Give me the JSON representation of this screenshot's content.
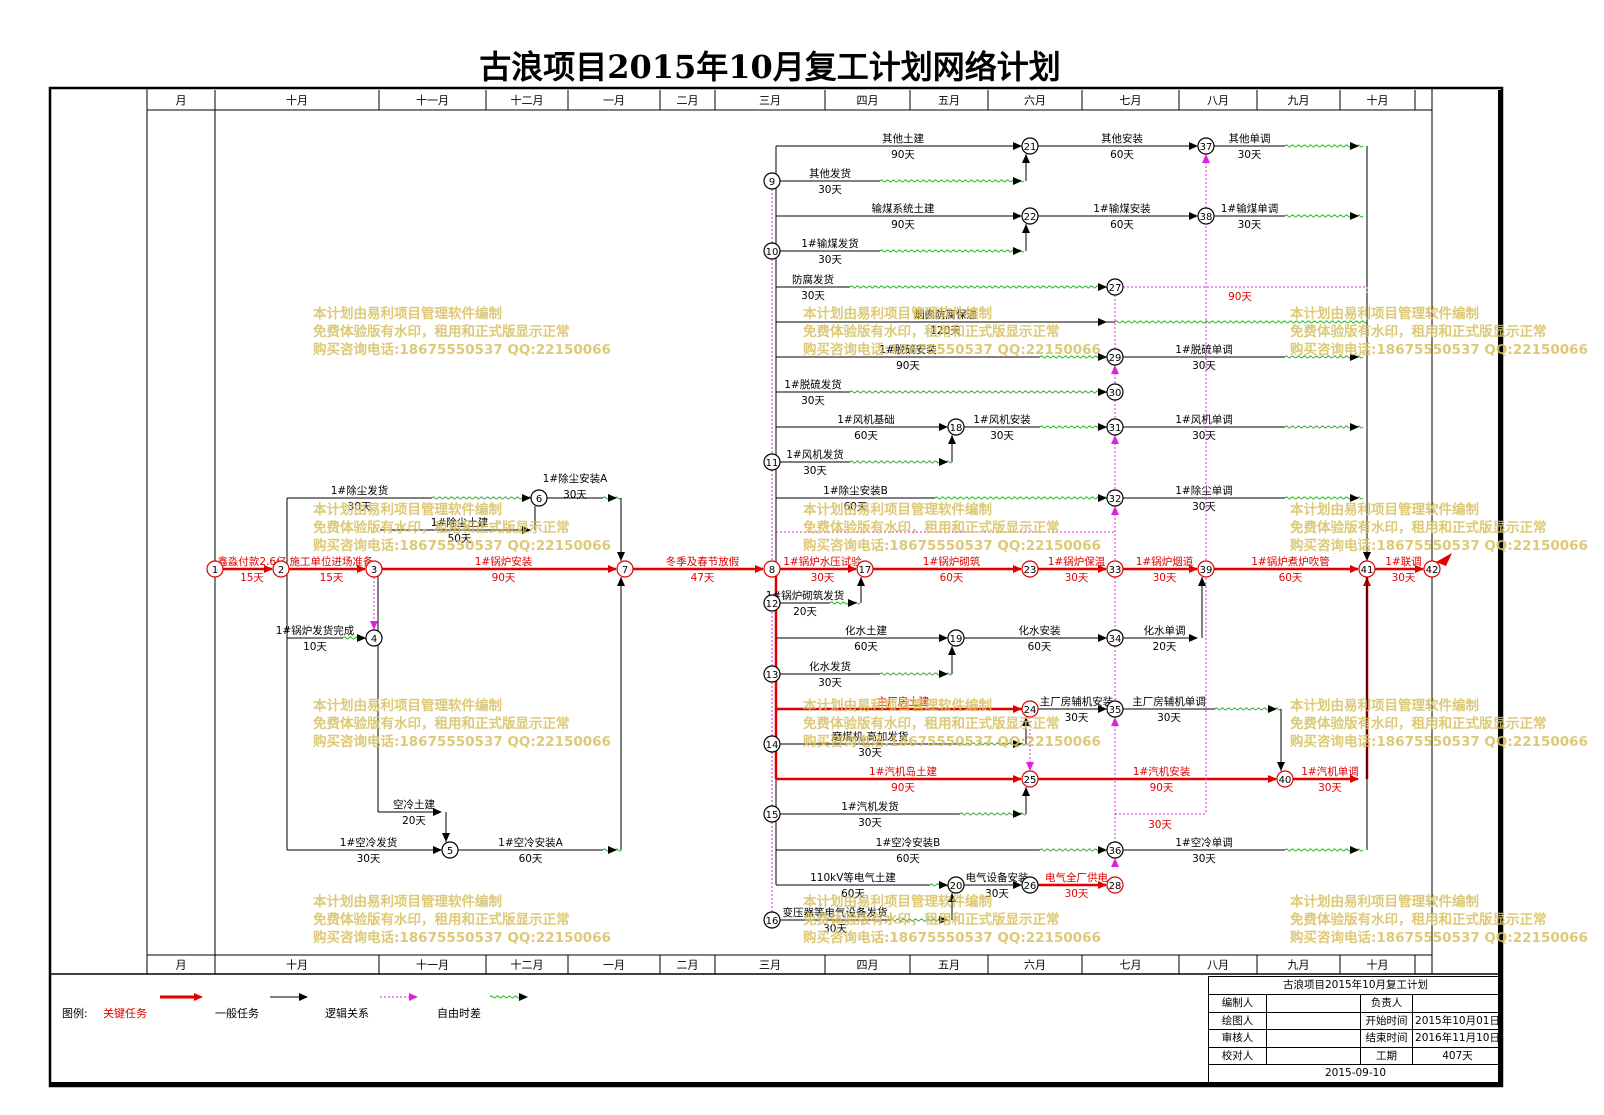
{
  "title": "古浪项目2015年10月复工计划网络计划",
  "months": [
    "十月",
    "十一月",
    "十二月",
    "一月",
    "二月",
    "三月",
    "四月",
    "五月",
    "六月",
    "七月",
    "八月",
    "九月",
    "十月"
  ],
  "month_header_label": "月",
  "watermark": [
    "本计划由易利项目管理软件编制",
    "免费体验版有水印，租用和正式版显示正常",
    "购买咨询电话:18675550537 QQ:22150066"
  ],
  "legend": {
    "title": "图例:",
    "critical": "关键任务",
    "normal": "一般任务",
    "logic": "逻辑关系",
    "float": "自由时差"
  },
  "title_block": {
    "heading": "古浪项目2015年10月复工计划",
    "rows": [
      [
        "编制人",
        "",
        "负责人",
        ""
      ],
      [
        "绘图人",
        "",
        "开始时间",
        "2015年10月01日"
      ],
      [
        "审核人",
        "",
        "结束时间",
        "2016年11月10日"
      ],
      [
        "校对人",
        "",
        "工期",
        "407天"
      ]
    ],
    "date": "2015-09-10"
  },
  "nodes": [
    "1",
    "2",
    "3",
    "4",
    "5",
    "6",
    "7",
    "8",
    "9",
    "10",
    "11",
    "12",
    "13",
    "14",
    "15",
    "16",
    "17",
    "18",
    "19",
    "20",
    "21",
    "22",
    "23",
    "24",
    "25",
    "26",
    "27",
    "28",
    "29",
    "30",
    "31",
    "32",
    "33",
    "34",
    "35",
    "36",
    "37",
    "38",
    "39",
    "40",
    "41",
    "42"
  ],
  "tasks": [
    {
      "label": "鑫淼付款2.6亿",
      "duration": "15天",
      "critical": true
    },
    {
      "label": "施工单位进场准备",
      "duration": "15天",
      "critical": true
    },
    {
      "label": "1#锅炉安装",
      "duration": "90天",
      "critical": true
    },
    {
      "label": "冬季及春节放假",
      "duration": "47天",
      "critical": true
    },
    {
      "label": "1#除尘发货",
      "duration": "30天",
      "critical": false
    },
    {
      "label": "1#除尘安装A",
      "duration": "30天",
      "critical": false
    },
    {
      "label": "1#除尘土建",
      "duration": "50天",
      "critical": false
    },
    {
      "label": "1#锅炉发货完成",
      "duration": "10天",
      "critical": false
    },
    {
      "label": "空冷土建",
      "duration": "20天",
      "critical": false
    },
    {
      "label": "1#空冷发货",
      "duration": "30天",
      "critical": false
    },
    {
      "label": "1#空冷安装A",
      "duration": "60天",
      "critical": false
    },
    {
      "label": "其他土建",
      "duration": "90天",
      "critical": false
    },
    {
      "label": "其他发货",
      "duration": "30天",
      "critical": false
    },
    {
      "label": "其他安装",
      "duration": "60天",
      "critical": false
    },
    {
      "label": "其他单调",
      "duration": "30天",
      "critical": false
    },
    {
      "label": "输煤系统土建",
      "duration": "90天",
      "critical": false
    },
    {
      "label": "1#输煤发货",
      "duration": "30天",
      "critical": false
    },
    {
      "label": "1#输煤安装",
      "duration": "60天",
      "critical": false
    },
    {
      "label": "1#输煤单调",
      "duration": "30天",
      "critical": false
    },
    {
      "label": "防腐发货",
      "duration": "30天",
      "critical": false
    },
    {
      "label": "烟囱防腐保温",
      "duration": "120天",
      "critical": false
    },
    {
      "label": "1#脱硫安装",
      "duration": "90天",
      "critical": false
    },
    {
      "label": "1#脱硫单调",
      "duration": "30天",
      "critical": false
    },
    {
      "label": "1#脱硫发货",
      "duration": "30天",
      "critical": false
    },
    {
      "label": "1#风机基础",
      "duration": "60天",
      "critical": false
    },
    {
      "label": "1#风机发货",
      "duration": "30天",
      "critical": false
    },
    {
      "label": "1#风机安装",
      "duration": "30天",
      "critical": false
    },
    {
      "label": "1#风机单调",
      "duration": "30天",
      "critical": false
    },
    {
      "label": "1#除尘安装B",
      "duration": "60天",
      "critical": false
    },
    {
      "label": "1#除尘单调",
      "duration": "30天",
      "critical": false
    },
    {
      "label": "1#锅炉水压试验",
      "duration": "30天",
      "critical": true
    },
    {
      "label": "1#锅炉砌筑发货",
      "duration": "20天",
      "critical": false
    },
    {
      "label": "1#锅炉砌筑",
      "duration": "60天",
      "critical": true
    },
    {
      "label": "1#锅炉保温",
      "duration": "30天",
      "critical": true
    },
    {
      "label": "1#锅炉烟道",
      "duration": "30天",
      "critical": true
    },
    {
      "label": "1#锅炉煮炉吹管",
      "duration": "60天",
      "critical": true
    },
    {
      "label": "1#联调",
      "duration": "30天",
      "critical": true
    },
    {
      "label": "化水土建",
      "duration": "60天",
      "critical": false
    },
    {
      "label": "化水发货",
      "duration": "30天",
      "critical": false
    },
    {
      "label": "化水安装",
      "duration": "60天",
      "critical": false
    },
    {
      "label": "化水单调",
      "duration": "20天",
      "critical": false
    },
    {
      "label": "主厂房土建",
      "duration": "",
      "critical": true
    },
    {
      "label": "磨煤机,高加发货",
      "duration": "30天",
      "critical": false
    },
    {
      "label": "主厂房辅机安装",
      "duration": "30天",
      "critical": false
    },
    {
      "label": "主厂房辅机单调",
      "duration": "30天",
      "critical": false
    },
    {
      "label": "1#汽机岛土建",
      "duration": "90天",
      "critical": true
    },
    {
      "label": "1#汽机发货",
      "duration": "30天",
      "critical": false
    },
    {
      "label": "1#汽机安装",
      "duration": "90天",
      "critical": true
    },
    {
      "label": "1#汽机单调",
      "duration": "30天",
      "critical": true
    },
    {
      "label": "1#空冷安装B",
      "duration": "60天",
      "critical": false
    },
    {
      "label": "1#空冷单调",
      "duration": "30天",
      "critical": false
    },
    {
      "label": "110kV等电气土建",
      "duration": "60天",
      "critical": false
    },
    {
      "label": "变压器等电气设备发货",
      "duration": "30天",
      "critical": false
    },
    {
      "label": "电气设备安装",
      "duration": "30天",
      "critical": false
    },
    {
      "label": "电气全厂供电",
      "duration": "30天",
      "critical": true
    }
  ],
  "float_labels": [
    "90天",
    "30天"
  ]
}
